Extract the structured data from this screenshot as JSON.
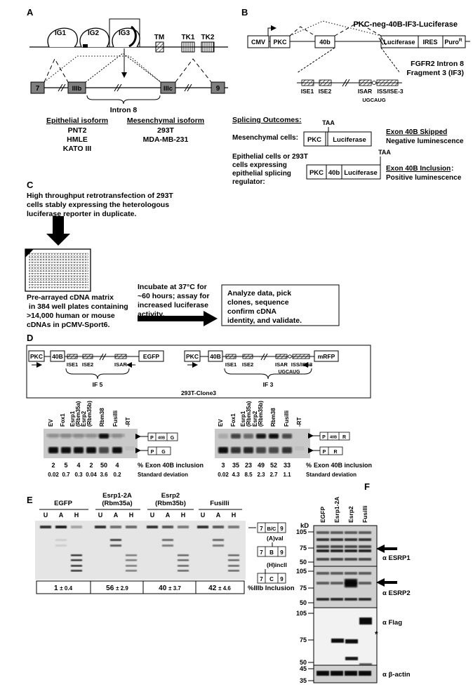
{
  "panelA": {
    "letter": "A",
    "domains": [
      "IG1",
      "IG2",
      "IG3",
      "TM",
      "TK1",
      "TK2"
    ],
    "exons": [
      "7",
      "IIIb",
      "IIIc",
      "9"
    ],
    "intron": "Intron 8",
    "epi_title": "Epithelial isoform",
    "epi_lines": [
      "PNT2",
      "HMLE",
      "KATO III"
    ],
    "mes_title": "Mesenchymal isoform",
    "mes_lines": [
      "293T",
      "MDA-MB-231"
    ]
  },
  "panelB": {
    "letter": "B",
    "construct_title": "PKC-neg-40B-IF3-Luciferase",
    "boxes": [
      "CMV",
      "PKC",
      "40b",
      "Luciferase",
      "IRES",
      "Puro",
      "R"
    ],
    "intron_title_1": "FGFR2 Intron 8",
    "intron_title_2": "Fragment 3 (IF3)",
    "elements": [
      "ISE1",
      "ISE2",
      "ISAR",
      "ISS/ISE-3"
    ],
    "motif": "UGCAUG",
    "outcomes_title": "Splicing Outcomes:",
    "mes_label": "Mesenchymal cells:",
    "taa": "TAA",
    "pkc": "PKC",
    "luc": "Luciferase",
    "b40": "40b",
    "skip_title": "Exon 40B Skipped",
    "skip_desc": "Negative luminescence",
    "epi_lines": [
      "Epithelial cells or 293T",
      "cells expressing",
      "epithelial splicing",
      "regulator:"
    ],
    "incl_title": "Exon 40B Inclusion",
    "incl_desc": "Positive luminescence"
  },
  "panelC": {
    "letter": "C",
    "top_lines": [
      "High throughput retrotransfection of 293T",
      "cells stably expressing the heterologous",
      "luciferase reporter in duplicate."
    ],
    "plate_lines": [
      "Pre-arrayed cDNA matrix",
      " in 384 well plates containing",
      ">14,000 human or mouse",
      "cDNAs in pCMV-Sport6."
    ],
    "incubate_lines": [
      "Incubate at 37°C for",
      "~60 hours; assay for",
      "increased luciferase",
      "activity."
    ],
    "analyze_lines": [
      "Analyze data, pick",
      "clones, sequence",
      "confirm cDNA",
      "identity, and validate."
    ]
  },
  "panelD": {
    "letter": "D",
    "left_construct": [
      "PKC",
      "40B",
      "ISE1",
      "ISE2",
      "ISAR",
      "EGFP"
    ],
    "left_if": "IF 5",
    "right_construct": [
      "PKC",
      "40B",
      "ISE1",
      "ISE2",
      "ISAR",
      "ISS/ISE3",
      "mRFP"
    ],
    "right_motif": "UGCAUG",
    "right_if": "IF 3",
    "clone": "293T-Clone3",
    "lanes": [
      "EV",
      "Fox1",
      "Esrp1 (Rbm35a)",
      "Esrp2 (Rbm35b)",
      "Rbm38",
      "Fusilli",
      "-RT"
    ],
    "left_gel": {
      "inclusion": [
        "2",
        "5",
        "4",
        "2",
        "50",
        "4"
      ],
      "sd": [
        "0.02",
        "0.7",
        "0.3",
        "0.04",
        "3.6",
        "0.2"
      ],
      "band_upper": [
        "P",
        "40B",
        "G"
      ],
      "band_lower": [
        "P",
        "G"
      ]
    },
    "right_gel": {
      "inclusion": [
        "3",
        "35",
        "23",
        "49",
        "52",
        "33"
      ],
      "sd": [
        "0.02",
        "4.3",
        "8.5",
        "2.3",
        "2.7",
        "1.1"
      ],
      "band_upper": [
        "P",
        "40B",
        "R"
      ],
      "band_lower": [
        "P",
        "R"
      ]
    },
    "pct": "%",
    "inclusion_label": "Exon 40B inclusion",
    "sd_label": "Standard deviation"
  },
  "panelE": {
    "letter": "E",
    "groups": [
      "EGFP",
      "Esrp1-2A (Rbm35a)",
      "Esrp2 (Rbm35b)",
      "Fusilli"
    ],
    "lanes": [
      "U",
      "A",
      "H"
    ],
    "values": [
      "1",
      "56",
      "40",
      "42"
    ],
    "errors": [
      "± 0.4",
      "± 2.9",
      "± 3.7",
      "± 4.6"
    ],
    "unit_label": "%IIIb Inclusion",
    "product_top": [
      "7",
      "B/C",
      "9"
    ],
    "aval": "(A)val",
    "product_mid": [
      "7",
      "B",
      "9"
    ],
    "hincll": "(H)incll",
    "product_bot": [
      "7",
      "C",
      "9"
    ]
  },
  "panelF": {
    "letter": "F",
    "kd": "kD",
    "lanes": [
      "EGFP",
      "Esrp1-2A",
      "Esrp2",
      "Fusilli"
    ],
    "blots": [
      {
        "label": "α ESRP1",
        "markers": [
          "105",
          "75",
          "50"
        ]
      },
      {
        "label": "α ESRP2",
        "markers": [
          "105",
          "75",
          "50"
        ]
      },
      {
        "label": "α Flag",
        "markers": [
          "105",
          "75",
          "50"
        ]
      },
      {
        "label": "α β-actin",
        "markers": [
          "45",
          "35"
        ]
      }
    ],
    "asterisk": "*"
  }
}
